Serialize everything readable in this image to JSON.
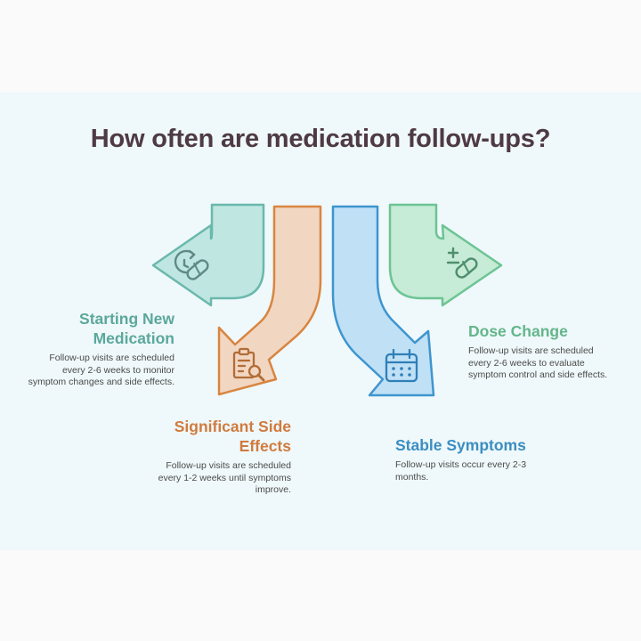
{
  "title": "How often are medication follow-ups?",
  "steps": [
    {
      "heading_lines": [
        "Starting New",
        "Medication"
      ],
      "description_lines": [
        "Follow-up visits are scheduled",
        "every 2-6 weeks to monitor",
        "symptom changes and side effects."
      ],
      "icon": "clock-pill-icon",
      "color": "#6ab8ac"
    },
    {
      "heading_lines": [
        "Significant Side",
        "Effects"
      ],
      "description_lines": [
        "Follow-up visits are scheduled",
        "every 1-2 weeks until symptoms",
        "improve."
      ],
      "icon": "clipboard-search-icon",
      "color": "#d9853f"
    },
    {
      "heading_lines": [
        "Dose Change"
      ],
      "description_lines": [
        "Follow-up visits are scheduled",
        "every 2-6 weeks to evaluate",
        "symptom control and side effects."
      ],
      "icon": "plus-minus-pill-icon",
      "color": "#6cc494"
    },
    {
      "heading_lines": [
        "Stable Symptoms"
      ],
      "description_lines": [
        "Follow-up visits occur every 2-3",
        "months."
      ],
      "icon": "calendar-icon",
      "color": "#3e95cf"
    }
  ]
}
